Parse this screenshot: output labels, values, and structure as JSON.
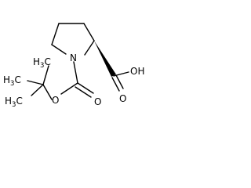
{
  "structure": {
    "atoms": {
      "nitrogen": "N",
      "carboxylic_acid_oh": "OH",
      "acid_carbonyl_oxygen": "O",
      "carbamate_carbonyl_oxygen": "O",
      "ester_oxygen": "O",
      "methyl_top": {
        "main": "H",
        "sub": "3",
        "tail": "C"
      },
      "methyl_left": {
        "main": "H",
        "sub": "3",
        "tail": "C"
      },
      "methyl_bottom": {
        "main": "H",
        "sub": "3",
        "tail": "C"
      }
    }
  }
}
